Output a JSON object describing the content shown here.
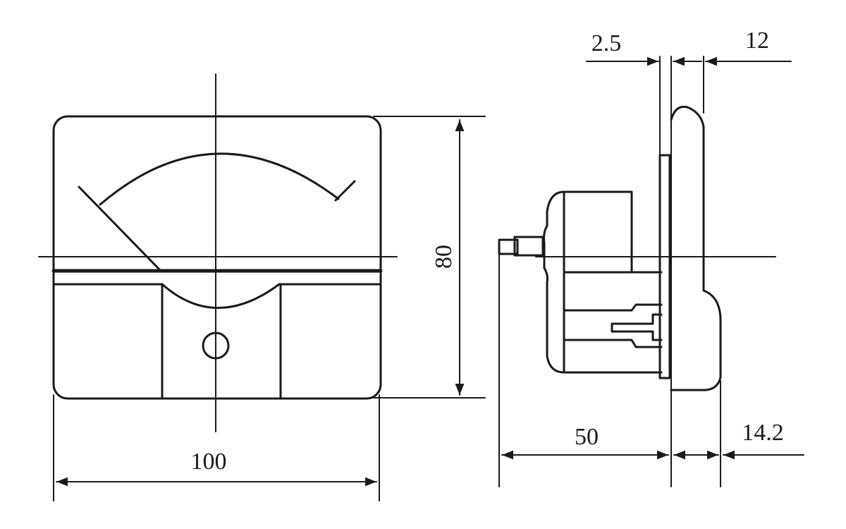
{
  "diagram": {
    "subject": "panel meter outline dimensions",
    "views": [
      {
        "name": "front-view"
      },
      {
        "name": "side-view"
      }
    ],
    "dimensions": {
      "front_width": "100",
      "front_height": "80",
      "side_depth_body": "50",
      "side_front_depth": "14.2",
      "side_bezel_thickness": "2.5",
      "side_flange": "12"
    },
    "colors": {
      "line": "#1a1a1a",
      "background": "#ffffff"
    }
  }
}
